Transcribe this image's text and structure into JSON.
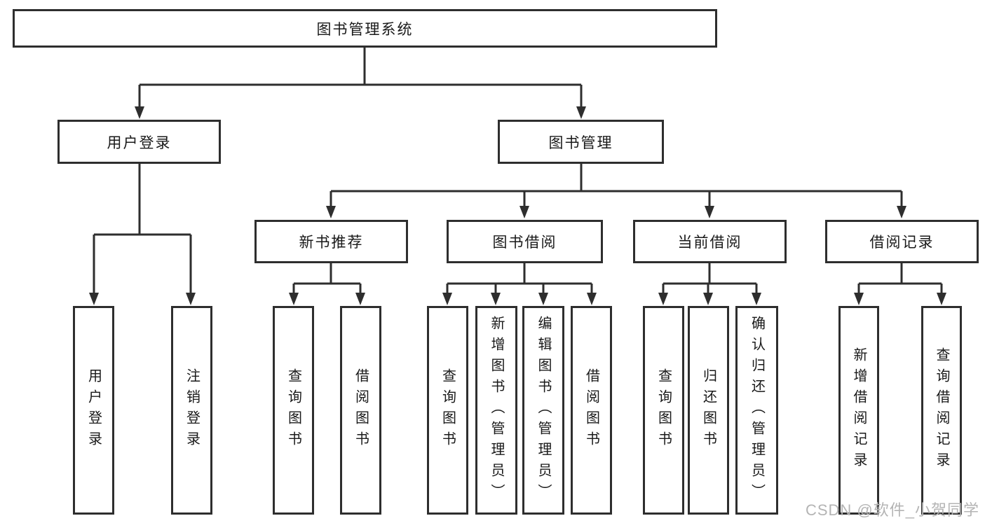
{
  "page": {
    "watermark": "CSDN @软件_小贺同学"
  },
  "colors": {
    "line": "#2e2e2e",
    "text": "#191919",
    "watermark": "#b4b4b4",
    "background": "#ffffff"
  },
  "tree": {
    "root": "图书管理系统",
    "branches": [
      {
        "label": "用户登录",
        "leaves": [
          "用户登录",
          "注销登录"
        ]
      },
      {
        "label": "图书管理",
        "groups": [
          {
            "label": "新书推荐",
            "leaves": [
              "查询图书",
              "借阅图书"
            ]
          },
          {
            "label": "图书借阅",
            "leaves": [
              "查询图书",
              "新增图书（管理员）",
              "编辑图书（管理员）",
              "借阅图书"
            ]
          },
          {
            "label": "当前借阅",
            "leaves": [
              "查询图书",
              "归还图书",
              "确认归还（管理员）"
            ]
          },
          {
            "label": "借阅记录",
            "leaves": [
              "新增借阅记录",
              "查询借阅记录"
            ]
          }
        ]
      }
    ]
  }
}
